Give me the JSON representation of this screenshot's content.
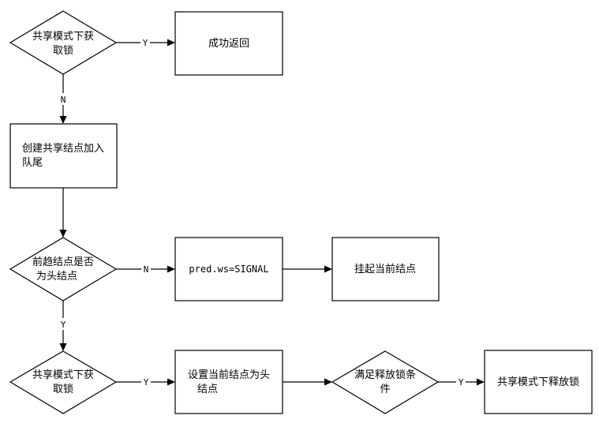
{
  "nodes": {
    "d1": [
      "共享模式下获",
      "取锁"
    ],
    "success": [
      "成功返回"
    ],
    "create_node": [
      "创建共享结点加入",
      "队尾"
    ],
    "d2": [
      "前趋结点是否",
      "为头结点"
    ],
    "pred_ws": [
      "pred.ws=SIGNAL"
    ],
    "park": [
      "挂起当前结点"
    ],
    "d3": [
      "共享模式下获",
      "取锁"
    ],
    "set_head": [
      "设置当前结点为头",
      "结点"
    ],
    "d4": [
      "满足释放锁条",
      "件"
    ],
    "release": [
      "共享模式下释放锁"
    ]
  },
  "edge_labels": {
    "d1_success": "Y",
    "d1_create": "N",
    "d2_pred": "N",
    "d2_d3": "Y",
    "d3_sethead": "Y",
    "d4_release": "Y"
  }
}
